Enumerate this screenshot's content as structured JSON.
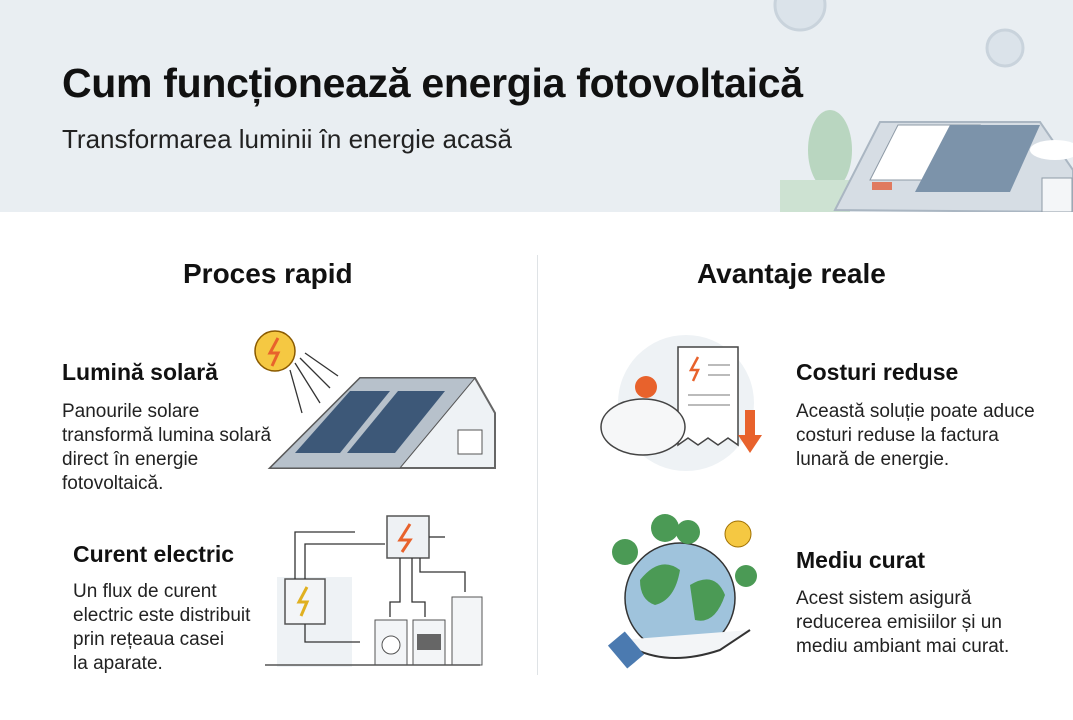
{
  "header": {
    "title": "Cum funcționează energia fotovoltaică",
    "subtitle": "Transformarea luminii în energie acasă"
  },
  "left": {
    "heading": "Proces rapid",
    "items": [
      {
        "title": "Lumină solară",
        "text": [
          "Panourile solare",
          "transformă lumina solară",
          "direct în energie",
          "fotovoltaică."
        ],
        "icon": "solar-roof-icon"
      },
      {
        "title": "Curent electric",
        "text": [
          "Un flux de curent",
          "electric este distribuit",
          "prin rețeaua casei",
          "la aparate."
        ],
        "icon": "electric-distribution-icon"
      }
    ]
  },
  "right": {
    "heading": "Avantaje reale",
    "items": [
      {
        "title": "Costuri reduse",
        "text": [
          "Această soluție poate aduce",
          "costuri reduse la factura",
          "lunară de energie."
        ],
        "icon": "piggy-bank-bill-icon"
      },
      {
        "title": "Mediu curat",
        "text": [
          "Acest sistem asigură",
          "reducerea emisiilor și un",
          "mediu ambiant mai curat."
        ],
        "icon": "earth-hand-icon"
      }
    ]
  },
  "colors": {
    "header_bg": "#e9eef2",
    "panel": "#3d5878",
    "sun": "#f5c842",
    "bolt": "#e8622c",
    "earth": "#4b9a55",
    "ocean": "#9fc3dc"
  }
}
